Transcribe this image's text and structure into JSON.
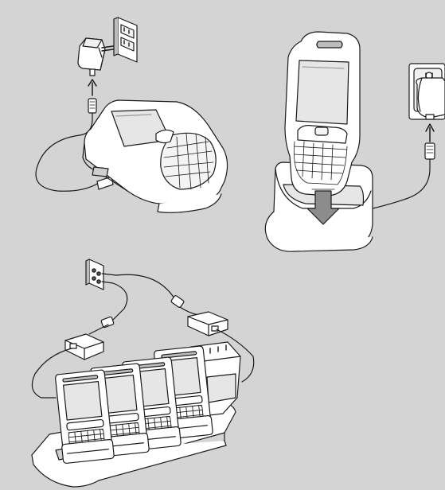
{
  "illustration": {
    "background": "#d4d4d4",
    "line_color": "#1a1a1a",
    "device_fill": "#ffffff",
    "screen_fill": "#e6e6e6",
    "panels": [
      {
        "id": "ac-adapter-direct",
        "icons": [
          "wall-outlet-icon",
          "power-adapter-icon",
          "usb-cable-icon",
          "handheld-device-icon"
        ]
      },
      {
        "id": "single-cradle",
        "icons": [
          "wall-outlet-icon",
          "power-adapter-icon",
          "single-cradle-icon",
          "insert-arrow-icon",
          "handheld-device-icon"
        ]
      },
      {
        "id": "four-slot-cradle",
        "device_count": 4,
        "battery_slot_count": 1,
        "icons": [
          "wall-outlet-icon",
          "power-brick-icon",
          "four-slot-cradle-icon",
          "battery-charger-slot-icon"
        ]
      }
    ]
  }
}
